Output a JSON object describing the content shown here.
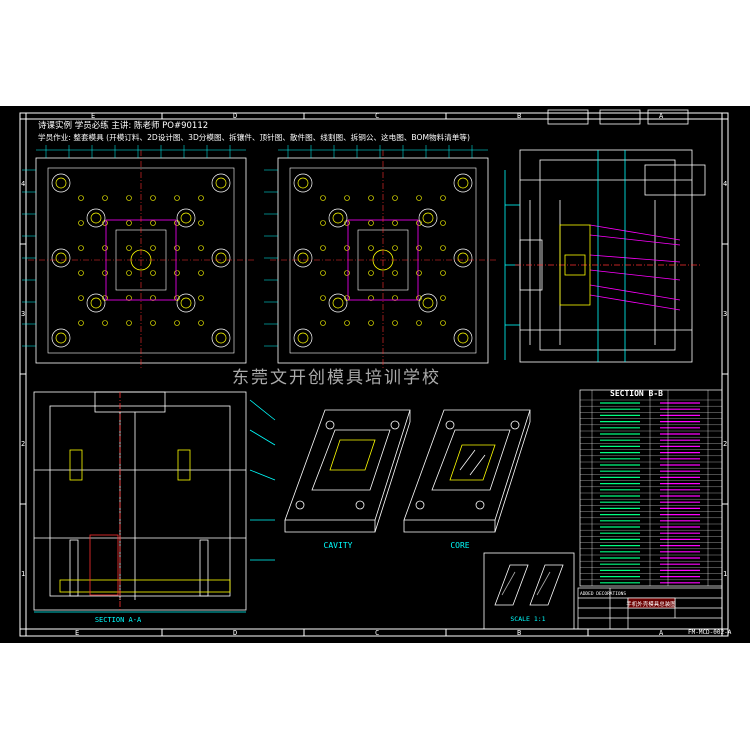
{
  "header": {
    "line1": "诗课实例  学员必练  主讲: 陈老师  PO#90112",
    "line2": "学员作业: 整套模具 (开模订料、2D设计图、3D分模图、拆镶件、顶针图、散件图、线割图、拆铜公、这电图、BOM物料清单等)"
  },
  "grid": {
    "top_letters": [
      "E",
      "D",
      "C",
      "B",
      "A"
    ],
    "bottom_letters": [
      "E",
      "D",
      "C",
      "B",
      "A"
    ],
    "side_numbers": [
      "4",
      "3",
      "2",
      "1"
    ]
  },
  "watermark": "东莞文开创模具培训学校",
  "labels": {
    "section_aa": "SECTION A-A",
    "section_bb": "SECTION B-B",
    "cavity": "CAVITY",
    "core": "CORE",
    "scale": "SCALE 1:1",
    "drawing_no": "FM-MCD-002-A"
  },
  "title_block": {
    "part_title": "手机外壳模具总装图",
    "note": "ADDED DECORATIONS"
  },
  "colors": {
    "background": "#000000",
    "frame": "#ffffff",
    "outline": "#ffffff",
    "holes": "#ffff00",
    "dimensions": "#00ffff",
    "centerlines": "#ff3030",
    "insert": "#ff00ff",
    "bom": "#00ff80",
    "watermark": "#c8c8c8"
  }
}
